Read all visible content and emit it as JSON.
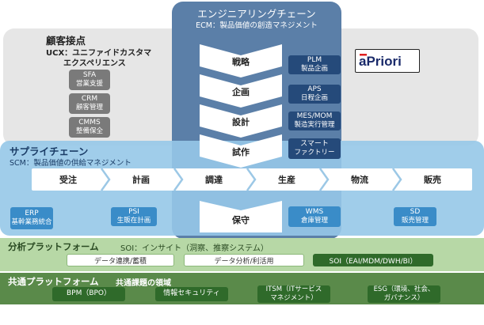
{
  "customer": {
    "title": "顧客接点",
    "subtitle_1": "UCX：ユニファイドカスタマ",
    "subtitle_2": "エクスペリエンス",
    "boxes": [
      {
        "l1": "SFA",
        "l2": "営業支援"
      },
      {
        "l1": "CRM",
        "l2": "顧客管理"
      },
      {
        "l1": "CMMS",
        "l2": "整備保全"
      }
    ]
  },
  "engineering": {
    "title": "エンジニアリングチェーン",
    "subtitle": "ECM：製品価値の創造マネジメント",
    "steps": [
      "戦略",
      "企画",
      "設計",
      "試作"
    ],
    "systems": [
      {
        "l1": "PLM",
        "l2": "製品企画"
      },
      {
        "l1": "APS",
        "l2": "日程企画"
      },
      {
        "l1": "MES/MOM",
        "l2": "製造実行管理"
      },
      {
        "l1": "スマート",
        "l2": "ファクトリー"
      }
    ],
    "maintenance": "保守",
    "wms": {
      "l1": "WMS",
      "l2": "倉庫管理"
    }
  },
  "logo": {
    "text": "aPriori"
  },
  "supply": {
    "title": "サプライチェーン",
    "subtitle": "SCM：製品価値の供給マネジメント",
    "processes": [
      "受注",
      "計画",
      "調達",
      "生産",
      "物流",
      "販売"
    ],
    "boxes": {
      "erp": {
        "l1": "ERP",
        "l2": "基幹業務統合"
      },
      "psi": {
        "l1": "PSI",
        "l2": "生販在計画"
      },
      "sd": {
        "l1": "SD",
        "l2": "販売管理"
      }
    }
  },
  "analytics": {
    "title": "分析プラットフォーム",
    "subtitle": "SOI：インサイト（洞察、推察システム）",
    "boxes": [
      "データ連携/蓄積",
      "データ分析/利活用",
      "SOI（EAI/MDM/DWH/BI）"
    ]
  },
  "common": {
    "title": "共通プラットフォーム",
    "subtitle": "共通課題の領域",
    "boxes": [
      {
        "l1": "BPM（BPO）",
        "l2": ""
      },
      {
        "l1": "情報セキュリティ",
        "l2": ""
      },
      {
        "l1": "ITSM（ITサービス",
        "l2": "マネジメント）"
      },
      {
        "l1": "ESG（環境、社会、",
        "l2": "ガバナンス）"
      }
    ]
  },
  "colors": {
    "engineering": "#5b7fa8",
    "supply": "#96c8e8",
    "analytics": "#b7d8a6",
    "common": "#5a8a4a",
    "navy": "#254a7a"
  }
}
